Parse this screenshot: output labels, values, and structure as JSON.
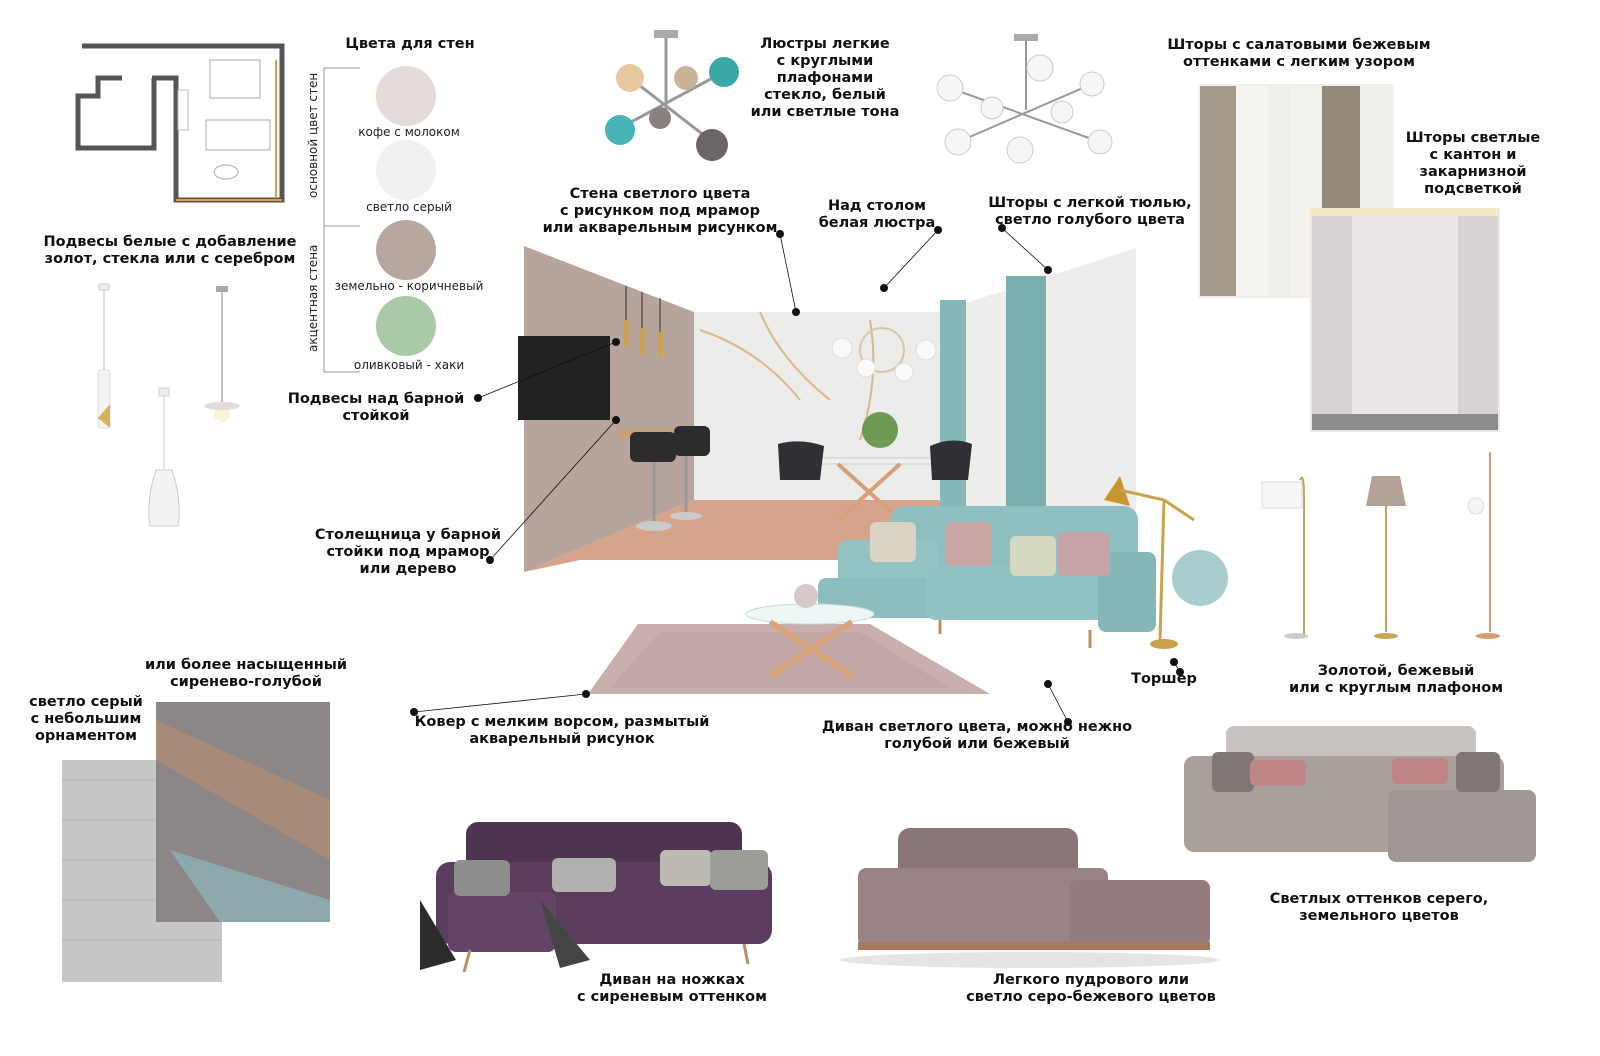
{
  "colors": {
    "wall_main_1": "#e4dcd8",
    "wall_main_2": "#f1f1ef",
    "wall_accent_1": "#b7a7a1",
    "wall_accent_2": "#a9c9a7",
    "sofa_blue": "#96c3c4",
    "curtain_teal": "#7fb1b3",
    "accent_circle": "#a9cccf",
    "lilac_sofa": "#5b3c5e",
    "powder_sofa": "#9a8384",
    "gray_sofa": "#a9a09c"
  },
  "wall_colors": {
    "title": "Цвета для стен",
    "main_label": "основной цвет стен",
    "accent_label": "акцентная стена",
    "swatches": [
      {
        "label": "кофе с молоком"
      },
      {
        "label": "светло серый"
      },
      {
        "label": "земельно - коричневый"
      },
      {
        "label": "оливковый - хаки"
      }
    ]
  },
  "labels": {
    "pendants_white": "Подвесы белые с добавление\nзолот, стекла или с серебром",
    "chandeliers": "Люстры легкие\nс круглыми\nплафонами\nстекло, белый\nили светлые тона",
    "curtains_green": "Шторы с салатовыми бежевым\nоттенками с легким узором",
    "curtains_light": "Шторы светлые\nс кантон и\nзакарнизной\nподсветкой",
    "marble_wall": "Стена светлого цвета\nс рисунком под мрамор\nили акварельным рисунком",
    "table_chandelier": "Над столом\nбелая люстра",
    "curtains_tulle": "Шторы с легкой тюлью,\nсветло голубого цвета",
    "bar_pendants": "Подвесы над барной\nстойкой",
    "bar_counter": "Столещница у барной\nстойки под мрамор\nили дерево",
    "floor_lamp": "Торшер",
    "lamp_colors": "Золотой, бежевый\nили с круглым плафоном",
    "rug_saturated": "или более насыщенный\nсиренево-голубой",
    "rug_gray": "светло серый\nс небольшим\nорнаментом",
    "rug": "Ковер с мелким ворсом, размытый\nакварельный рисунок",
    "sofa_light": "Диван светлого цвета, можно нежно\nголубой или бежевый",
    "sofa_lilac": "Диван на ножках\nс сиреневым оттенком",
    "sofa_powder": "Легкого пудрового или\nсветло серо-бежевого цветов",
    "sofa_gray": "Светлых оттенков серего,\nземельного цветов"
  }
}
